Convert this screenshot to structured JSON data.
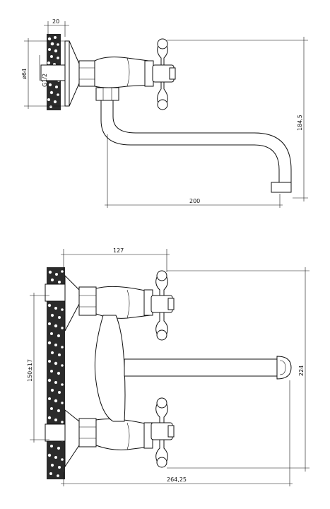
{
  "views": {
    "side": {
      "dims": {
        "wall_offset": "20",
        "flange_diameter": "ø64",
        "thread": "G1/2",
        "height": "184,5",
        "reach": "200"
      }
    },
    "front": {
      "dims": {
        "depth": "127",
        "center_distance": "150±17",
        "overall_height": "224",
        "overall_width": "264,25"
      }
    }
  },
  "colors": {
    "line": "#111111",
    "wall_texture": "#2b2b2b",
    "background": "#ffffff"
  }
}
